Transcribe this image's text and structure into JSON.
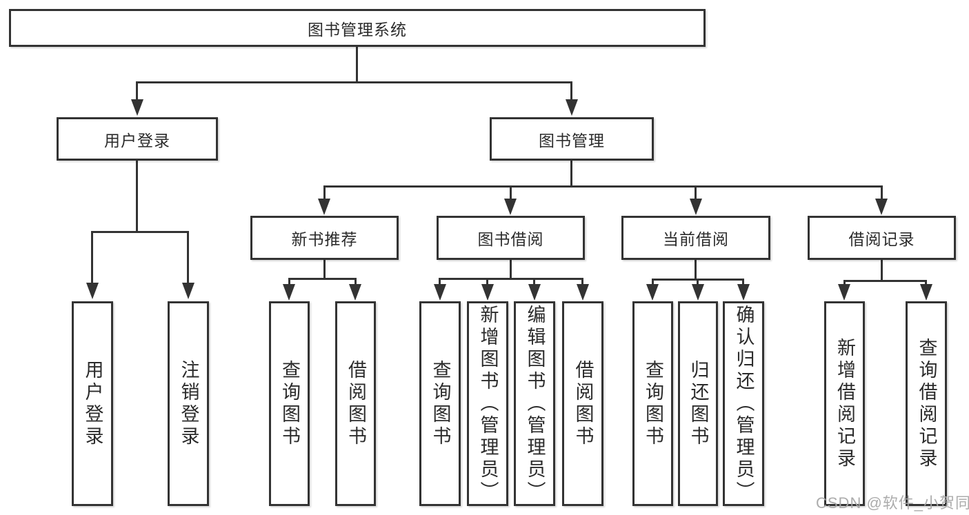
{
  "tree": {
    "label": "图书管理系统",
    "children": [
      {
        "label": "用户登录",
        "children": [
          {
            "label": "用户登录"
          },
          {
            "label": "注销登录"
          }
        ]
      },
      {
        "label": "图书管理",
        "children": [
          {
            "label": "新书推荐",
            "children": [
              {
                "label": "查询图书"
              },
              {
                "label": "借阅图书"
              }
            ]
          },
          {
            "label": "图书借阅",
            "children": [
              {
                "label": "查询图书"
              },
              {
                "label": "新增图书（管理员）"
              },
              {
                "label": "编辑图书（管理员）"
              },
              {
                "label": "借阅图书"
              }
            ]
          },
          {
            "label": "当前借阅",
            "children": [
              {
                "label": "查询图书"
              },
              {
                "label": "归还图书"
              },
              {
                "label": "确认归还（管理员）"
              }
            ]
          },
          {
            "label": "借阅记录",
            "children": [
              {
                "label": "新增借阅记录"
              },
              {
                "label": "查询借阅记录"
              }
            ]
          }
        ]
      }
    ]
  },
  "watermark": {
    "text": "CSDN @软件_小贺同学"
  },
  "colors": {
    "line": "#333333",
    "box_border": "#333333",
    "text": "#2b2b2b",
    "background": "#ffffff",
    "watermark": "#a8a8a8"
  }
}
